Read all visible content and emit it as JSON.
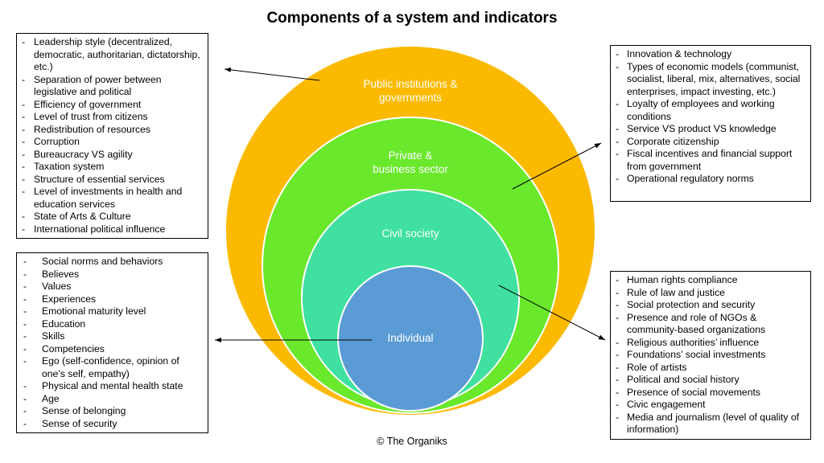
{
  "title": "Components of a system and indicators",
  "copyright": "© The Organiks",
  "layers": {
    "public": {
      "label": "Public institutions & governments",
      "color": "#FBBA00"
    },
    "private": {
      "label": "Private & business sector",
      "color": "#6AE82C"
    },
    "civil": {
      "label": "Civil society",
      "color": "#3FE0A0"
    },
    "individual": {
      "label": "Individual",
      "color": "#5B9BD5"
    }
  },
  "lists": {
    "public": [
      "Leadership style (decentralized, democratic, authoritarian, dictatorship, etc.)",
      "Separation of power between legislative and political",
      "Efficiency of government",
      "Level of trust from citizens",
      "Redistribution of resources",
      "Corruption",
      "Bureaucracy VS agility",
      "Taxation system",
      "Structure of essential services",
      "Level of investments in health and education services",
      "State of Arts & Culture",
      "International political influence"
    ],
    "private": [
      "Innovation & technology",
      "Types of economic models (communist, socialist, liberal, mix, alternatives, social enterprises, impact investing, etc.)",
      "Loyalty of employees and working conditions",
      "Service VS product VS knowledge",
      "Corporate citizenship",
      "Fiscal incentives and financial support from government",
      "Operational regulatory norms"
    ],
    "individual": [
      "Social norms and behaviors",
      "Believes",
      "Values",
      "Experiences",
      "Emotional maturity level",
      "Education",
      "Skills",
      "Competencies",
      "Ego (self-confidence, opinion of one’s self, empathy)",
      "Physical and mental health state",
      "Age",
      "Sense of belonging",
      "Sense of security"
    ],
    "civil": [
      "Human rights compliance",
      "Rule of law and justice",
      "Social protection and security",
      "Presence and role of NGOs & community-based organizations",
      "Religious authorities’ influence",
      "Foundations’ social investments",
      "Role of artists",
      "Political and social history",
      "Presence of social movements",
      "Civic engagement",
      "Media and journalism (level of quality of information)"
    ]
  }
}
